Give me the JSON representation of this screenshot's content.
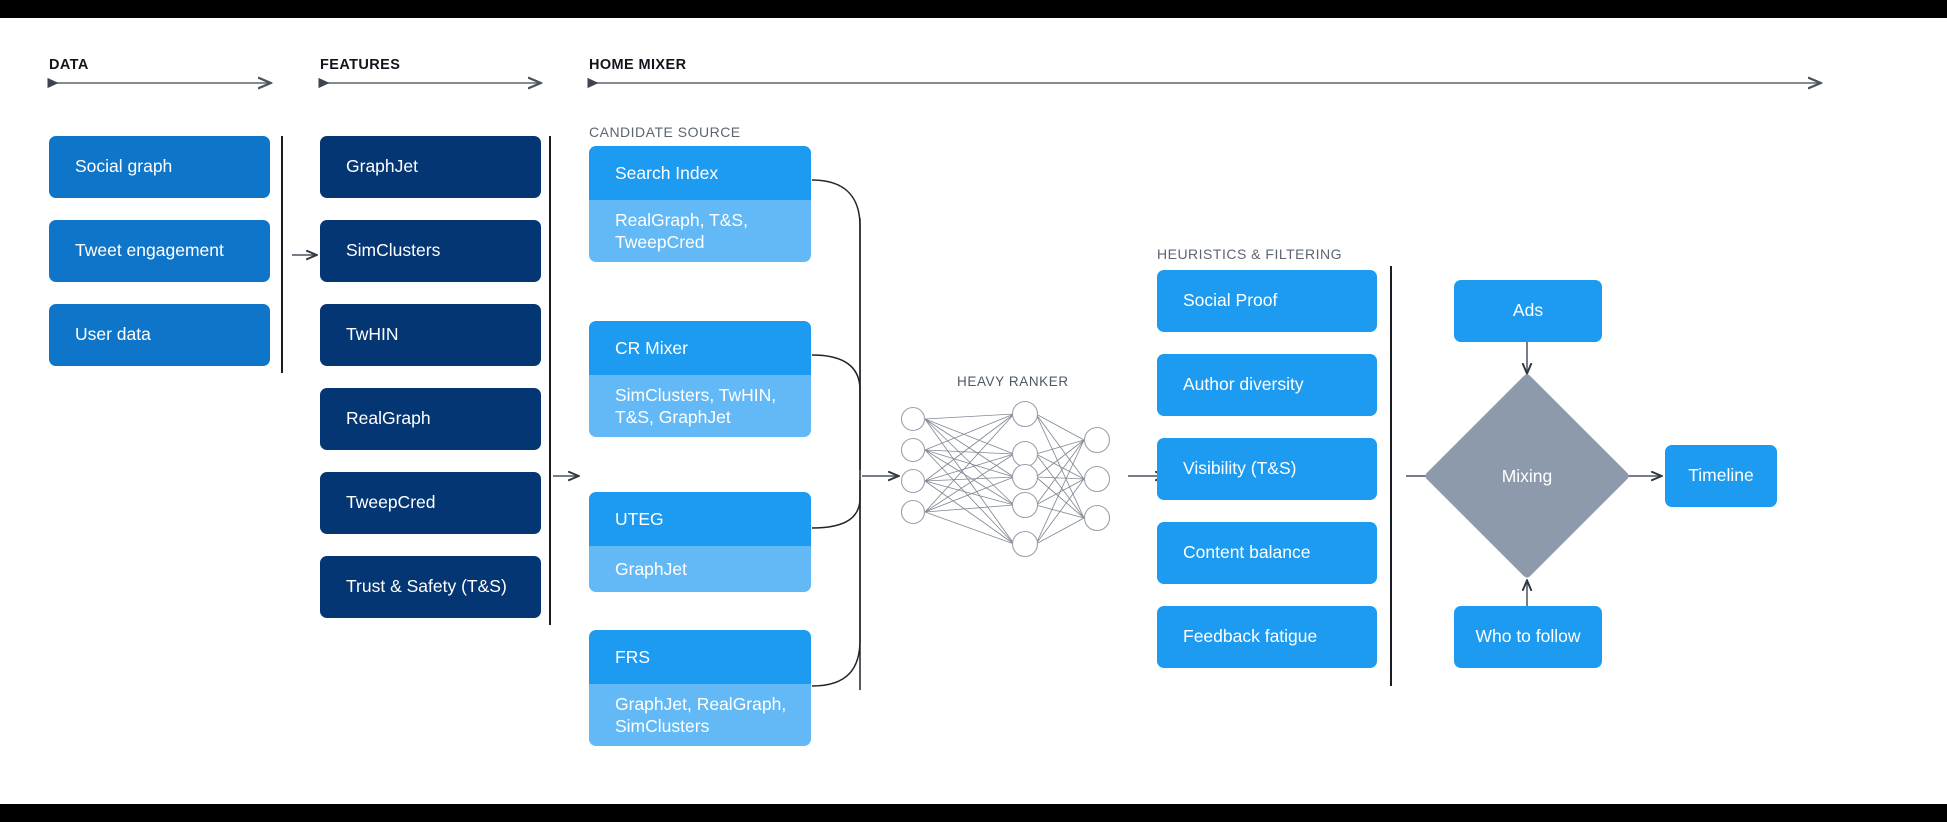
{
  "theme": {
    "bg": "#ffffff",
    "letterbox": "#000000",
    "data_blue": "#0f75c9",
    "feature_navy": "#043673",
    "bright_blue": "#1d9bf0",
    "light_blue": "#63b9f5",
    "gray_slate": "#8d9aab",
    "rule": "#5b636e",
    "label_gray": "#5d6571"
  },
  "sections": {
    "data": {
      "title": "DATA"
    },
    "features": {
      "title": "FEATURES"
    },
    "home_mixer": {
      "title": "HOME MIXER"
    },
    "candidate_source": {
      "label": "CANDIDATE SOURCE"
    },
    "heavy_ranker": {
      "label": "HEAVY RANKER"
    },
    "heuristics": {
      "label": "HEURISTICS & FILTERING"
    }
  },
  "data_column": {
    "items": [
      {
        "label": "Social graph"
      },
      {
        "label": "Tweet engagement"
      },
      {
        "label": "User data"
      }
    ]
  },
  "features_column": {
    "items": [
      {
        "label": "GraphJet"
      },
      {
        "label": "SimClusters"
      },
      {
        "label": "TwHIN"
      },
      {
        "label": "RealGraph"
      },
      {
        "label": "TweepCred"
      },
      {
        "label": "Trust & Safety (T&S)"
      }
    ]
  },
  "candidate_sources": {
    "items": [
      {
        "name": "Search Index",
        "features": "RealGraph, T&S,\nTweepCred"
      },
      {
        "name": "CR Mixer",
        "features": "SimClusters, TwHIN,\nT&S, GraphJet"
      },
      {
        "name": "UTEG",
        "features": "GraphJet"
      },
      {
        "name": "FRS",
        "features": "GraphJet, RealGraph,\nSimClusters"
      }
    ]
  },
  "neural_net": {
    "input_nodes": 4,
    "hidden_nodes": 5,
    "output_nodes": 3
  },
  "heuristics_column": {
    "items": [
      {
        "label": "Social Proof"
      },
      {
        "label": "Author diversity"
      },
      {
        "label": "Visibility (T&S)"
      },
      {
        "label": "Content balance"
      },
      {
        "label": "Feedback fatigue"
      }
    ]
  },
  "mixing_stage": {
    "ads": "Ads",
    "mixing": "Mixing",
    "who_to_follow": "Who to follow",
    "timeline": "Timeline"
  }
}
